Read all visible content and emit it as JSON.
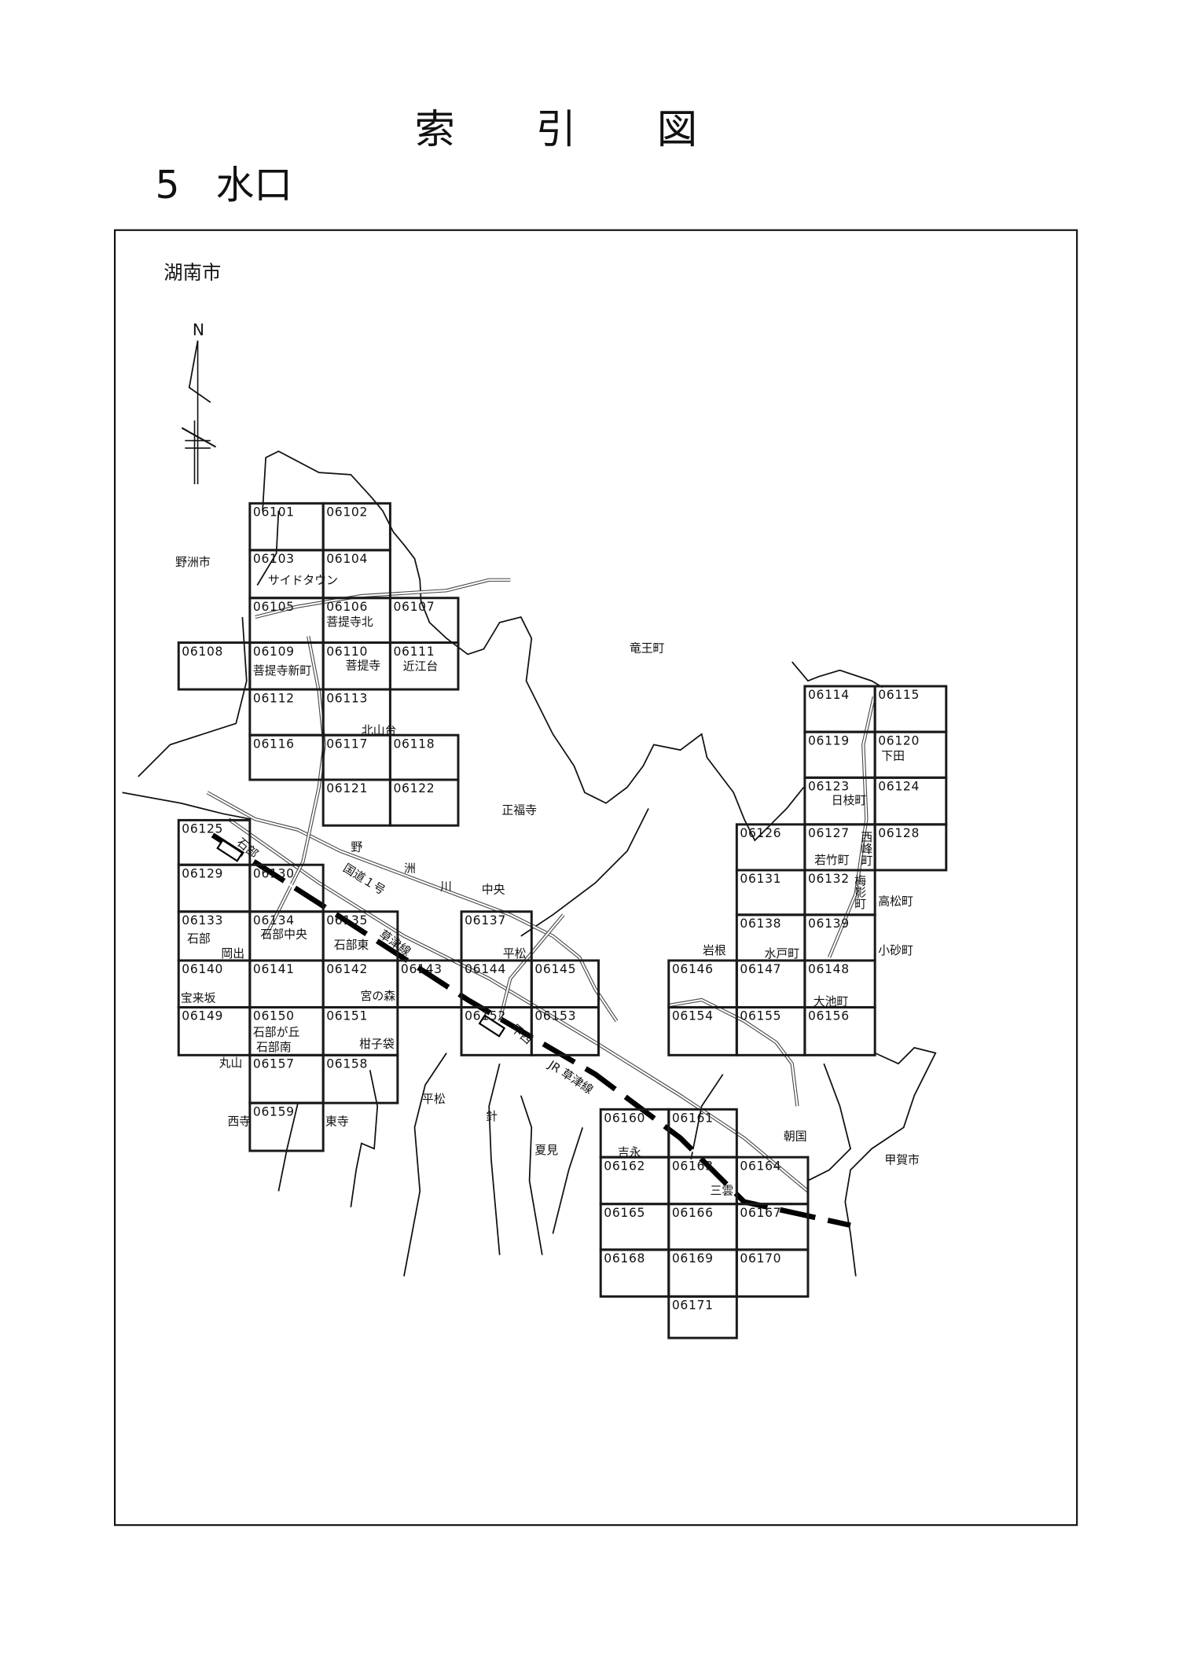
{
  "header": {
    "title": "索　　引　　図",
    "section_number": "5",
    "section_name": "水口"
  },
  "map": {
    "city_label": "湖南市",
    "north_label": "N",
    "cells": [
      "06101",
      "06102",
      "06103",
      "06104",
      "06105",
      "06106",
      "06107",
      "06108",
      "06109",
      "06110",
      "06111",
      "06112",
      "06113",
      "06114",
      "06115",
      "06116",
      "06117",
      "06118",
      "06119",
      "06120",
      "06121",
      "06122",
      "06123",
      "06124",
      "06125",
      "06126",
      "06127",
      "06128",
      "06129",
      "06130",
      "06131",
      "06132",
      "06133",
      "06134",
      "06135",
      "06137",
      "06138",
      "06139",
      "06140",
      "06141",
      "06142",
      "06143",
      "06144",
      "06145",
      "06146",
      "06147",
      "06148",
      "06149",
      "06150",
      "06151",
      "06152",
      "06153",
      "06154",
      "06155",
      "06156",
      "06157",
      "06158",
      "06159",
      "06160",
      "06161",
      "06162",
      "06163",
      "06164",
      "06165",
      "06166",
      "06167",
      "06168",
      "06169",
      "06170",
      "06171"
    ],
    "places": [
      "野洲市",
      "竜王町",
      "サイドタウン",
      "菩提寺北",
      "菩提寺新町",
      "菩提寺",
      "近江台",
      "北山台",
      "正福寺",
      "中央",
      "平松",
      "平松",
      "針",
      "夏見",
      "吉永",
      "三雲",
      "朝国",
      "甲賀市",
      "下田",
      "日枝町",
      "若竹町",
      "西峰町",
      "梅影町",
      "高松町",
      "小砂町",
      "岩根",
      "水戸町",
      "大池町",
      "石部",
      "岡出",
      "石部中央",
      "石部東",
      "宝来坂",
      "宮の森",
      "柑子袋",
      "石部が丘",
      "石部南",
      "丸山",
      "西寺",
      "東寺",
      "野",
      "洲",
      "川",
      "国道１号",
      "草津線",
      "JR 草津線",
      "石部",
      "甲西"
    ]
  }
}
